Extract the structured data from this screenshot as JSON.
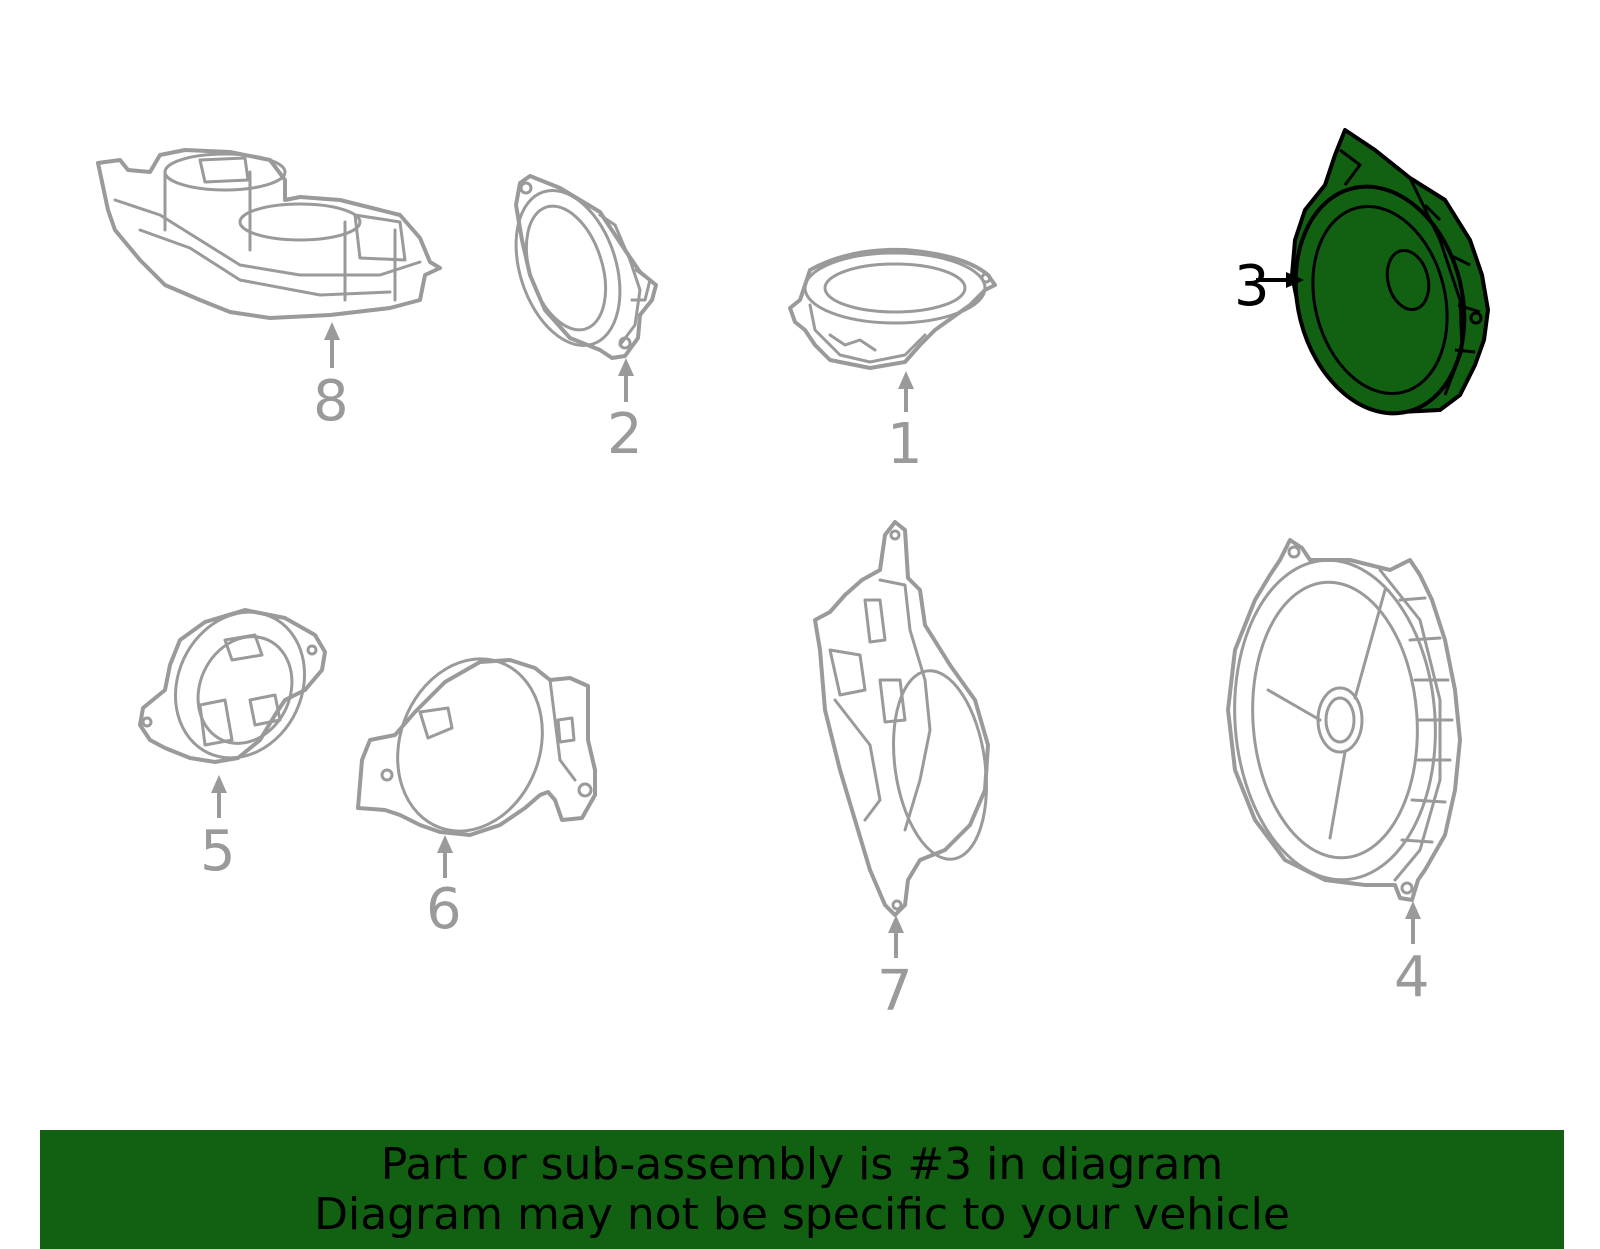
{
  "callouts": {
    "c1": "1",
    "c2": "2",
    "c3": "3",
    "c4": "4",
    "c5": "5",
    "c6": "6",
    "c7": "7",
    "c8": "8"
  },
  "highlighted_part": "3",
  "colors": {
    "highlight": "#126012",
    "line_art": "#9a9a9a",
    "active_callout": "#000000",
    "banner_background": "#126012"
  },
  "banner": {
    "line1": "Part or sub-assembly is #3 in diagram",
    "line2": "Diagram may not be specific to your vehicle"
  }
}
